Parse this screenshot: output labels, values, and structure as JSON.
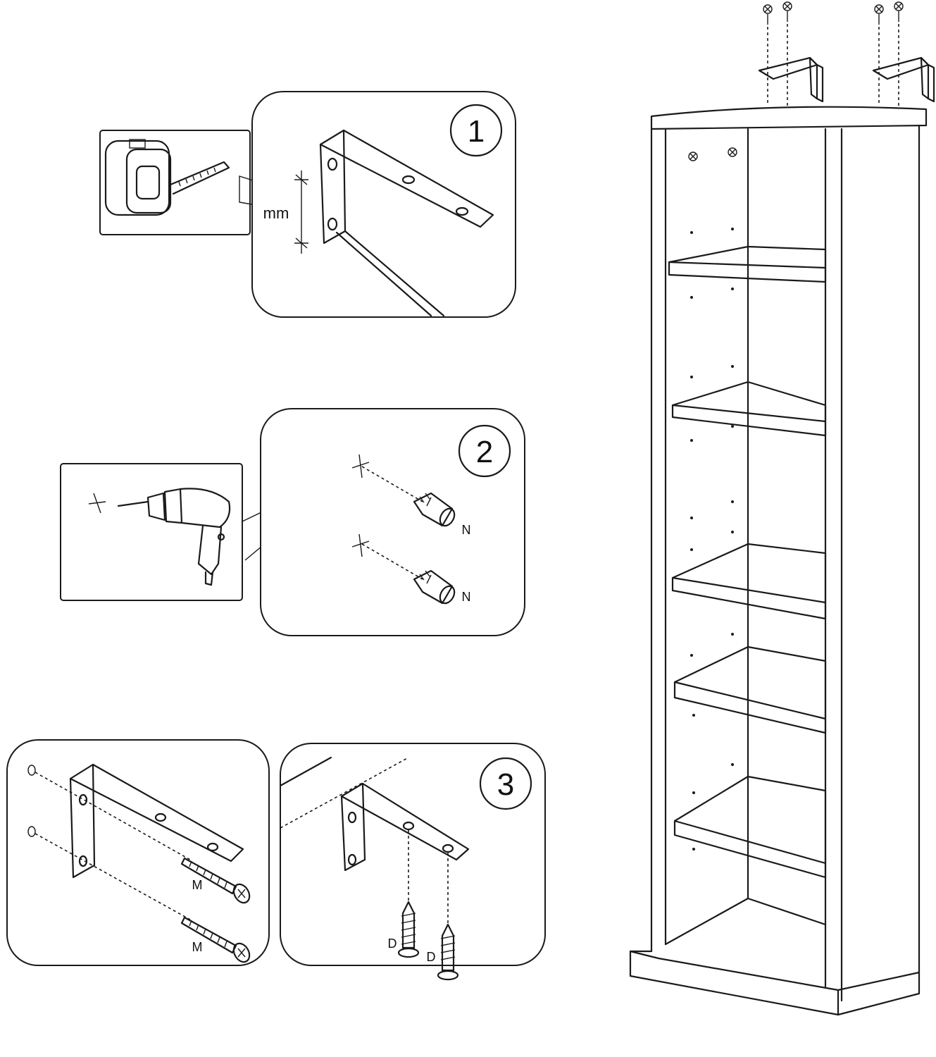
{
  "steps": [
    {
      "number": "1",
      "measure_label": "mm"
    },
    {
      "number": "2",
      "anchor_labels": [
        "N",
        "N"
      ]
    },
    {
      "number": "3",
      "bracket_screw_labels": [
        "M",
        "M"
      ],
      "shelf_screw_labels": [
        "D",
        "D"
      ]
    }
  ]
}
